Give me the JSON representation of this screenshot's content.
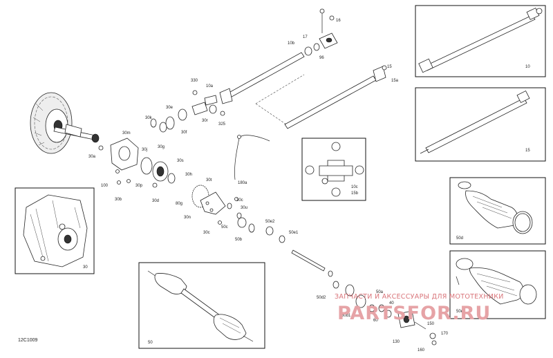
{
  "diagram": {
    "code": "12C1009",
    "watermark_text": "ЗАПЧАСТИ И АКСЕССУАРЫ ДЛЯ МОТОТЕХНИКИ",
    "watermark_brand": "PARTSFOR.RU",
    "labels": {
      "l16": "16",
      "l17": "17",
      "l10b": "10b",
      "l96": "96",
      "l10": "10",
      "l15": "15",
      "l15a": "15a",
      "l330": "330",
      "l10a": "10a",
      "l30e": "30e",
      "l30r": "30r",
      "l325": "325",
      "l30k": "30k",
      "l30f": "30f",
      "l30g": "30g",
      "l30m": "30m",
      "l30j": "30j",
      "l30a": "30a",
      "l30s": "30s",
      "l100": "100",
      "l30b": "30b",
      "l30p": "30p",
      "l30d": "30d",
      "l30h": "30h",
      "l80g": "80g",
      "l30t": "30t",
      "l180a": "180a",
      "l30n": "30n",
      "l30c_a": "30c",
      "l30c_b": "30c",
      "l30u": "30u",
      "l50c": "50c",
      "l50b": "50b",
      "l50e2": "50e2",
      "l50e1": "50e1",
      "l10c": "10c",
      "l15b": "15b",
      "l30": "30",
      "l50": "50",
      "l50d": "50d",
      "l50e": "50e",
      "l50d2": "50d2",
      "l50a": "50a",
      "l50d1": "50d1",
      "l40": "40",
      "l60": "60",
      "l130": "130",
      "l150": "150",
      "l160": "160",
      "l170": "170"
    }
  }
}
